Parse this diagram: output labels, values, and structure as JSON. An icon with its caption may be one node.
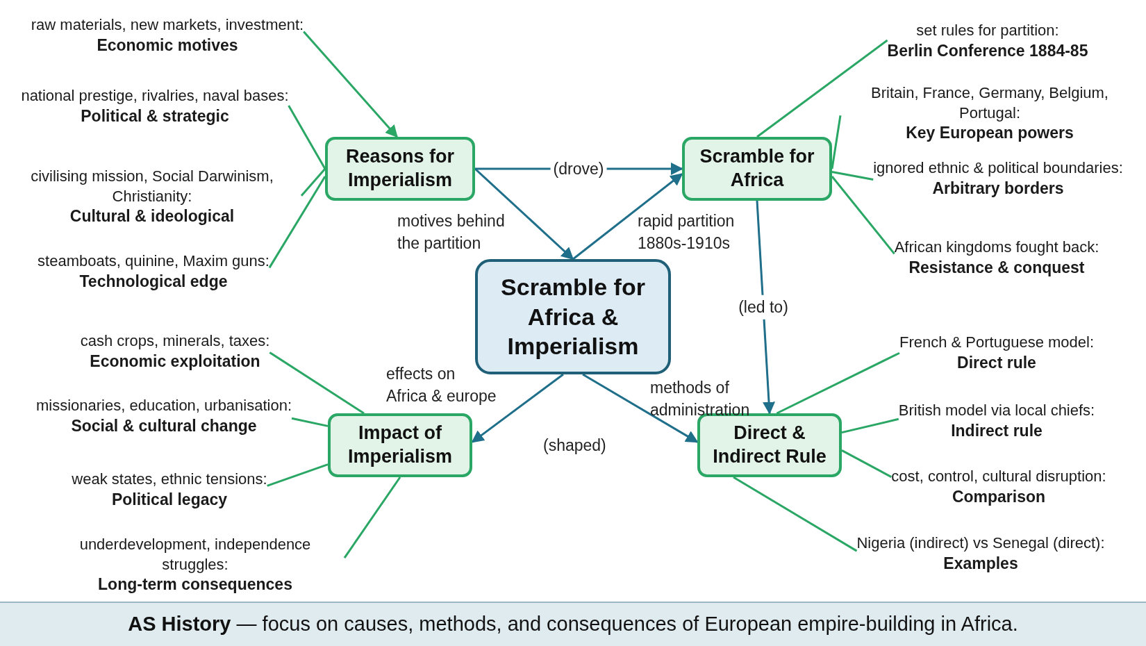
{
  "diagram": {
    "caption": "**AS History** — focus on causes, methods, and consequences of European empire-building in Africa.",
    "nodes": [
      {
        "text": [
          "Scramble for Africa & Imperialism"
        ]
      },
      {
        "text": [
          "Reasons for Imperialism"
        ]
      },
      {
        "text": [
          "Scramble for Africa"
        ]
      },
      {
        "text": [
          "Impact of Imperialism"
        ]
      },
      {
        "text": [
          "Direct & Indirect Rule"
        ]
      },
      {
        "text": [
          "raw materials, new markets, investment:",
          "Economic motives"
        ]
      },
      {
        "text": [
          "national prestige, rivalries, naval bases:",
          "Political & strategic"
        ]
      },
      {
        "text": [
          "civilising mission, Social Darwinism, Christianity:",
          "Cultural & ideological"
        ]
      },
      {
        "text": [
          "steamboats, quinine, Maxim guns:",
          "Technological edge"
        ]
      },
      {
        "text": [
          "set rules for partition:",
          "Berlin Conference 1884-85"
        ]
      },
      {
        "text": [
          "Britain, France, Germany, Belgium, Portugal:",
          "Key European powers"
        ]
      },
      {
        "text": [
          "ignored ethnic & political boundaries:",
          "Arbitrary borders"
        ]
      },
      {
        "text": [
          "African kingdoms fought back:",
          "Resistance & conquest"
        ]
      },
      {
        "text": [
          "cash crops, minerals, taxes:",
          "Economic exploitation"
        ]
      },
      {
        "text": [
          "missionaries, education, urbanisation:",
          "Social & cultural change"
        ]
      },
      {
        "text": [
          "weak states, ethnic tensions:",
          "Political legacy"
        ]
      },
      {
        "text": [
          "underdevelopment, independence struggles:",
          "Long-term consequences"
        ]
      },
      {
        "text": [
          "French & Portuguese model:",
          "Direct rule"
        ]
      },
      {
        "text": [
          "British model via local chiefs:",
          "Indirect rule"
        ]
      },
      {
        "text": [
          "cost, control, cultural disruption:",
          "Comparison"
        ]
      },
      {
        "text": [
          "Nigeria (indirect) vs Senegal (direct):",
          "Examples"
        ]
      }
    ],
    "edges": [
      {
        "from": 1,
        "to": 2,
        "arrow": "to",
        "label": "(drove)",
        "color": "#1f6f8b"
      },
      {
        "from": 1,
        "to": 0,
        "arrow": "to",
        "label": "motives behind the partition",
        "color": "#1f6f8b"
      },
      {
        "from": 0,
        "to": 2,
        "arrow": "to",
        "label": "rapid partition 1880s-1910s",
        "color": "#1f6f8b"
      },
      {
        "from": 2,
        "to": 4,
        "arrow": "to",
        "label": "(led to)",
        "color": "#1f6f8b"
      },
      {
        "from": 0,
        "to": 3,
        "arrow": "to",
        "label": "effects on Africa & europe",
        "color": "#1f6f8b"
      },
      {
        "from": 0,
        "to": 4,
        "arrow": "to",
        "label": "methods of administration",
        "color": "#1f6f8b"
      },
      {
        "from": 5,
        "to": 1,
        "arrow": "to"
      },
      {
        "from": 6,
        "to": 1,
        "arrow": "none"
      },
      {
        "from": 7,
        "to": 1,
        "arrow": "none"
      },
      {
        "from": 8,
        "to": 1,
        "arrow": "none"
      },
      {
        "from": 9,
        "to": 2,
        "arrow": "none"
      },
      {
        "from": 10,
        "to": 2,
        "arrow": "none"
      },
      {
        "from": 11,
        "to": 2,
        "arrow": "none"
      },
      {
        "from": 12,
        "to": 2,
        "arrow": "none"
      },
      {
        "from": 13,
        "to": 3,
        "arrow": "none"
      },
      {
        "from": 14,
        "to": 3,
        "arrow": "none"
      },
      {
        "from": 15,
        "to": 3,
        "arrow": "none"
      },
      {
        "from": 16,
        "to": 3,
        "arrow": "none"
      },
      {
        "from": 17,
        "to": 4,
        "arrow": "none"
      },
      {
        "from": 18,
        "to": 4,
        "arrow": "none"
      },
      {
        "from": 19,
        "to": 4,
        "arrow": "none"
      },
      {
        "from": 20,
        "to": 4,
        "arrow": "none"
      }
    ],
    "labels": [
      "(shaped)"
    ]
  }
}
